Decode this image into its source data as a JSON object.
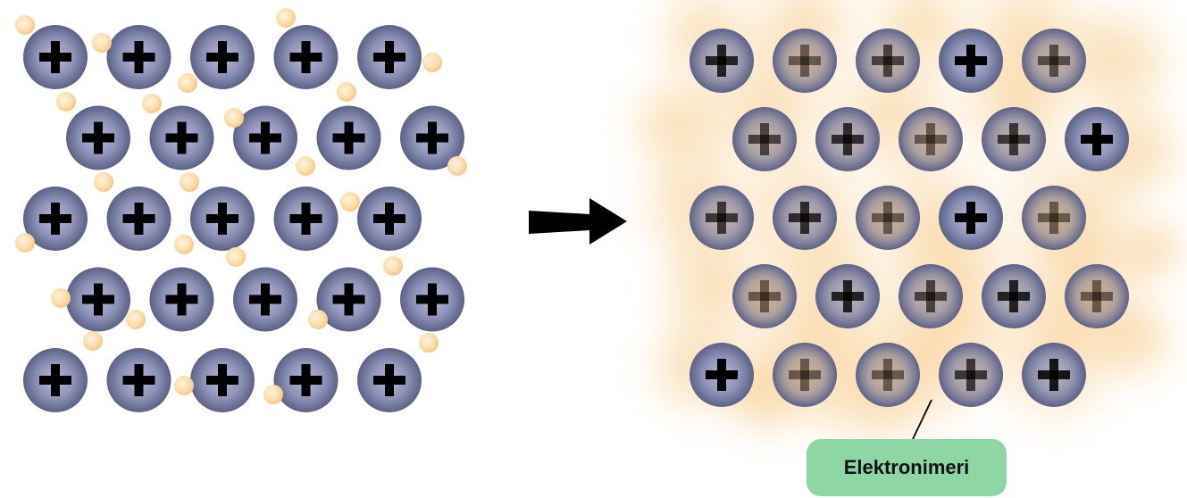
{
  "diagram": {
    "left_panel": {
      "ion_symbol": "+",
      "ion_rows": 5,
      "ions_per_row": 5,
      "electron_style": "discrete-particles"
    },
    "arrow": {
      "direction": "right"
    },
    "right_panel": {
      "ion_symbol": "+",
      "ion_rows": 5,
      "ions_per_row": 5,
      "electron_style": "diffuse-cloud",
      "callout_label": "Elektronimeri"
    },
    "colors": {
      "ion_fill": "#6b7096",
      "ion_highlight": "#b4b9d8",
      "sign": "#000000",
      "electron": "#fbd9a3",
      "electron_cloud": "#f7c77c",
      "callout": "#8ed6a4",
      "arrow": "#000000"
    }
  }
}
